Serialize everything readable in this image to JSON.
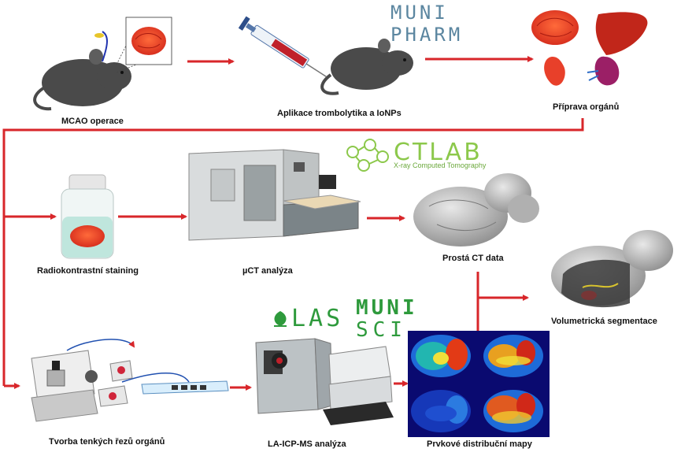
{
  "steps": {
    "mcao": "MCAO operace",
    "application": "Aplikace trombolytika a IoNPs",
    "organ_prep": "Příprava orgánů",
    "staining": "Radiokontrastní staining",
    "uct": "µCT analýza",
    "ct_data": "Prostá CT data",
    "segmentation": "Volumetrická segmentace",
    "sections": "Tvorba tenkých řezů orgánů",
    "laicpms": "LA-ICP-MS analýza",
    "maps": "Prvkové distribuční mapy"
  },
  "logos": {
    "muni_pharm_top": "MUNI",
    "muni_pharm_bottom": "PHARM",
    "ctlab": "CTLAB",
    "ctlab_sub": "X-ray Computed Tomography",
    "las": "LAS",
    "muni_sci_top": "MUNI",
    "muni_sci_bottom": "SCI"
  },
  "colors": {
    "arrow": "#d8262a",
    "brain": "#e8402a",
    "mouse": "#4a4a4a",
    "muni_pharm": "#5b86a0",
    "ctlab": "#8cc84b",
    "muni_sci": "#2e9a3c"
  }
}
